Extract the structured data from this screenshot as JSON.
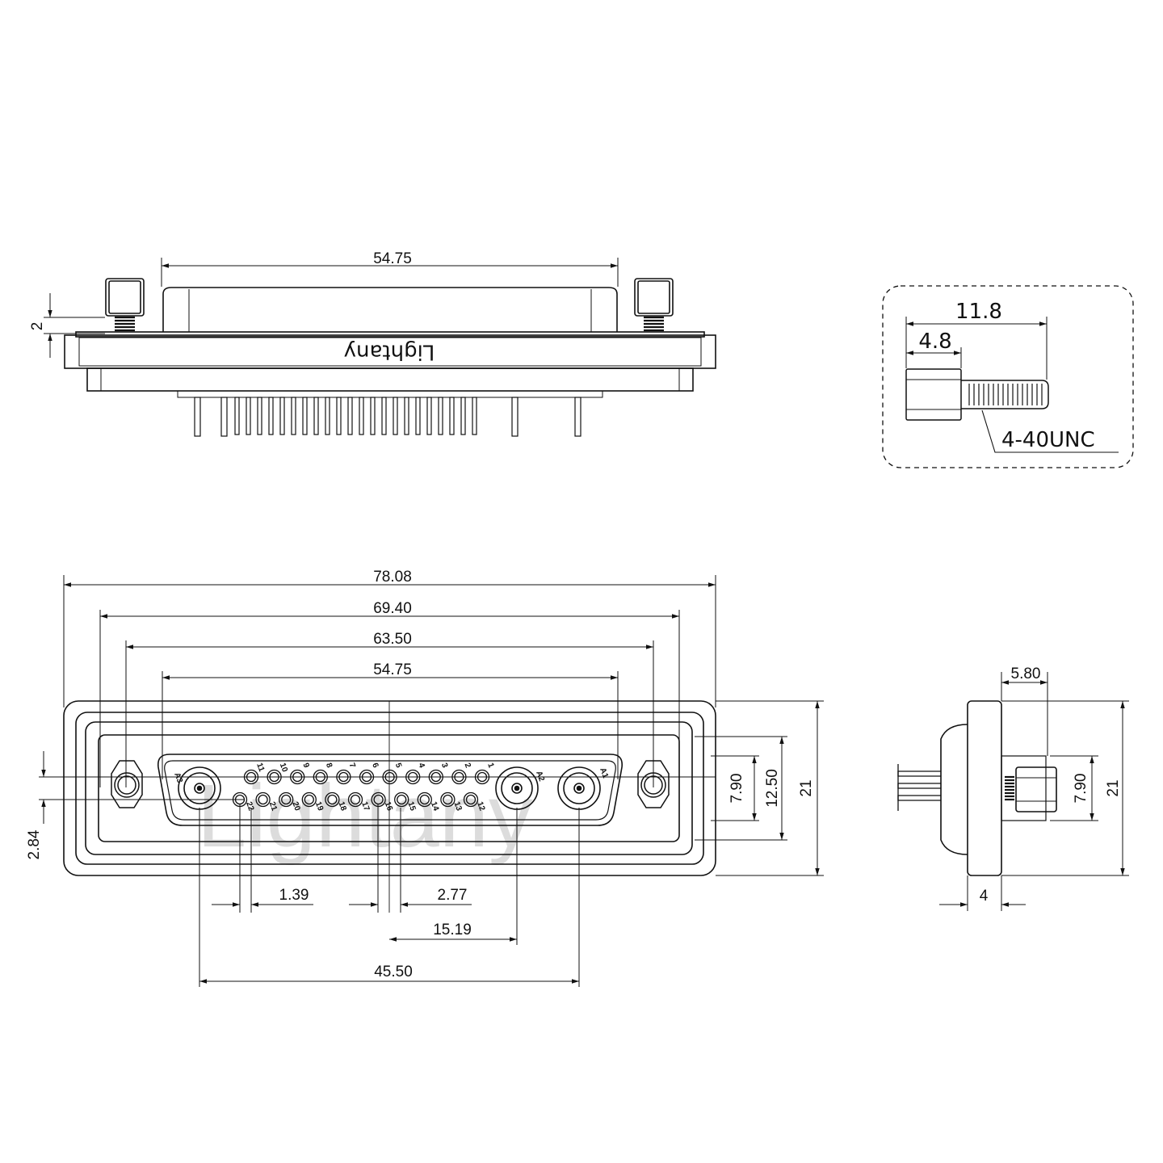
{
  "colors": {
    "ink": "#111111",
    "background": "#ffffff",
    "watermark": "#dcdcdc"
  },
  "top_view": {
    "brand": "Lightany",
    "dims": {
      "width": "54.75",
      "thread_gap": "2"
    }
  },
  "screw_detail": {
    "dims": {
      "total": "11.8",
      "head": "4.8"
    },
    "thread_label": "4-40UNC"
  },
  "front_view": {
    "watermark": "Lightany",
    "top_dims": [
      "78.08",
      "69.40",
      "63.50",
      "54.75"
    ],
    "right_dims": [
      "7.90",
      "12.50",
      "21"
    ],
    "left_dim": "2.84",
    "bottom_dims": {
      "pitch_a": "1.39",
      "pitch_b": "2.77",
      "coax_gap": "15.19",
      "coax_span": "45.50"
    },
    "pins_top": [
      "11",
      "10",
      "9",
      "8",
      "7",
      "6",
      "5",
      "4",
      "3",
      "2",
      "1"
    ],
    "pins_bottom": [
      "22",
      "21",
      "20",
      "19",
      "18",
      "17",
      "16",
      "15",
      "14",
      "13",
      "12"
    ],
    "coax_labels": [
      "A3",
      "A2",
      "A1"
    ]
  },
  "side_view": {
    "dims": {
      "top": "5.80",
      "pin_height": "7.90",
      "height": "21",
      "flange": "4"
    }
  }
}
